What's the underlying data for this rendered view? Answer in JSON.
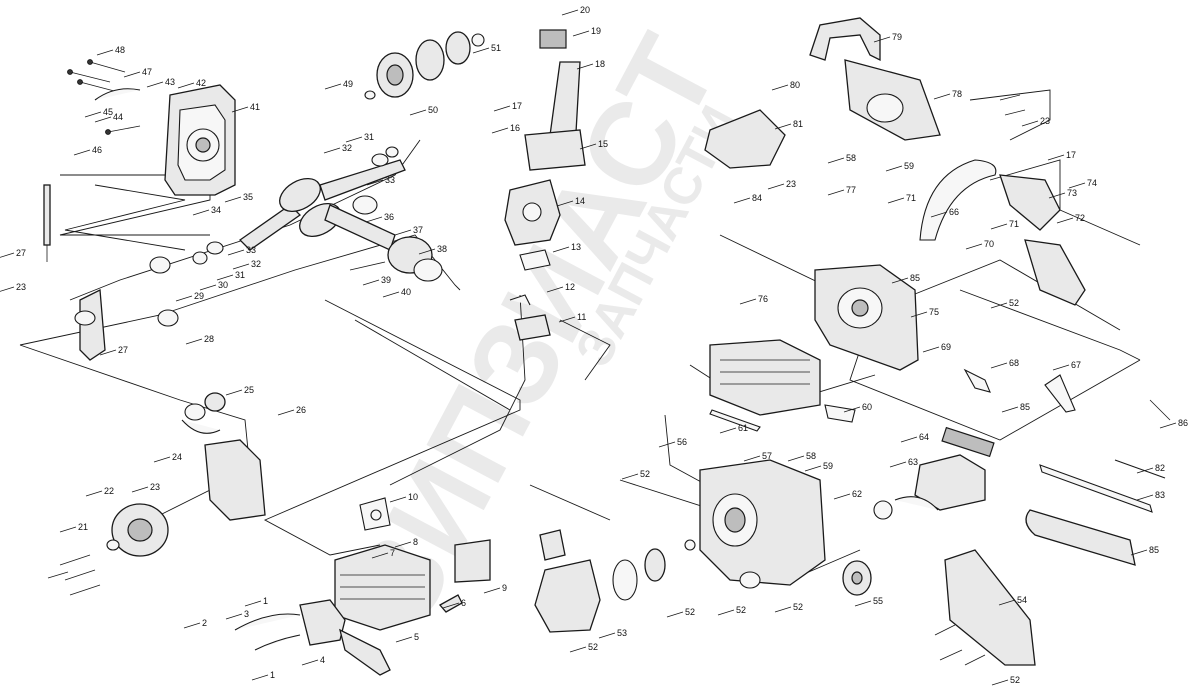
{
  "watermark": {
    "main": "ЗИПЗИАСТ",
    "sub": "ЗАПЧАСТИ"
  },
  "callouts": [
    {
      "id": "c1",
      "label": "1"
    },
    {
      "id": "c1b",
      "label": "1"
    },
    {
      "id": "c2",
      "label": "2"
    },
    {
      "id": "c3",
      "label": "3"
    },
    {
      "id": "c4",
      "label": "4"
    },
    {
      "id": "c5",
      "label": "5"
    },
    {
      "id": "c6",
      "label": "6"
    },
    {
      "id": "c7",
      "label": "7"
    },
    {
      "id": "c8",
      "label": "8"
    },
    {
      "id": "c9",
      "label": "9"
    },
    {
      "id": "c10",
      "label": "10"
    },
    {
      "id": "c11",
      "label": "11"
    },
    {
      "id": "c12",
      "label": "12"
    },
    {
      "id": "c13",
      "label": "13"
    },
    {
      "id": "c14",
      "label": "14"
    },
    {
      "id": "c15",
      "label": "15"
    },
    {
      "id": "c16",
      "label": "16"
    },
    {
      "id": "c17",
      "label": "17"
    },
    {
      "id": "c17b",
      "label": "17"
    },
    {
      "id": "c18",
      "label": "18"
    },
    {
      "id": "c19",
      "label": "19"
    },
    {
      "id": "c20",
      "label": "20"
    },
    {
      "id": "c21",
      "label": "21"
    },
    {
      "id": "c22",
      "label": "22"
    },
    {
      "id": "c23",
      "label": "23"
    },
    {
      "id": "c23b",
      "label": "23"
    },
    {
      "id": "c23c",
      "label": "23"
    },
    {
      "id": "c23d",
      "label": "23"
    },
    {
      "id": "c24",
      "label": "24"
    },
    {
      "id": "c25",
      "label": "25"
    },
    {
      "id": "c26",
      "label": "26"
    },
    {
      "id": "c27",
      "label": "27"
    },
    {
      "id": "c27b",
      "label": "27"
    },
    {
      "id": "c28",
      "label": "28"
    },
    {
      "id": "c29",
      "label": "29"
    },
    {
      "id": "c30",
      "label": "30"
    },
    {
      "id": "c31",
      "label": "31"
    },
    {
      "id": "c31b",
      "label": "31"
    },
    {
      "id": "c32",
      "label": "32"
    },
    {
      "id": "c32b",
      "label": "32"
    },
    {
      "id": "c33",
      "label": "33"
    },
    {
      "id": "c33b",
      "label": "33"
    },
    {
      "id": "c34",
      "label": "34"
    },
    {
      "id": "c35",
      "label": "35"
    },
    {
      "id": "c36",
      "label": "36"
    },
    {
      "id": "c37",
      "label": "37"
    },
    {
      "id": "c38",
      "label": "38"
    },
    {
      "id": "c39",
      "label": "39"
    },
    {
      "id": "c40",
      "label": "40"
    },
    {
      "id": "c41",
      "label": "41"
    },
    {
      "id": "c42",
      "label": "42"
    },
    {
      "id": "c43",
      "label": "43"
    },
    {
      "id": "c44",
      "label": "44"
    },
    {
      "id": "c45",
      "label": "45"
    },
    {
      "id": "c46",
      "label": "46"
    },
    {
      "id": "c47",
      "label": "47"
    },
    {
      "id": "c48",
      "label": "48"
    },
    {
      "id": "c49",
      "label": "49"
    },
    {
      "id": "c50",
      "label": "50"
    },
    {
      "id": "c51",
      "label": "51"
    },
    {
      "id": "c52a",
      "label": "52"
    },
    {
      "id": "c52b",
      "label": "52"
    },
    {
      "id": "c52c",
      "label": "52"
    },
    {
      "id": "c52d",
      "label": "52"
    },
    {
      "id": "c52e",
      "label": "52"
    },
    {
      "id": "c52f",
      "label": "52"
    },
    {
      "id": "c52g",
      "label": "52"
    },
    {
      "id": "c53",
      "label": "53"
    },
    {
      "id": "c54",
      "label": "54"
    },
    {
      "id": "c55",
      "label": "55"
    },
    {
      "id": "c56",
      "label": "56"
    },
    {
      "id": "c57",
      "label": "57"
    },
    {
      "id": "c58",
      "label": "58"
    },
    {
      "id": "c58b",
      "label": "58"
    },
    {
      "id": "c59",
      "label": "59"
    },
    {
      "id": "c59b",
      "label": "59"
    },
    {
      "id": "c60",
      "label": "60"
    },
    {
      "id": "c61",
      "label": "61"
    },
    {
      "id": "c62",
      "label": "62"
    },
    {
      "id": "c63",
      "label": "63"
    },
    {
      "id": "c64",
      "label": "64"
    },
    {
      "id": "c66",
      "label": "66"
    },
    {
      "id": "c67",
      "label": "67"
    },
    {
      "id": "c68",
      "label": "68"
    },
    {
      "id": "c69",
      "label": "69"
    },
    {
      "id": "c70",
      "label": "70"
    },
    {
      "id": "c71",
      "label": "71"
    },
    {
      "id": "c71b",
      "label": "71"
    },
    {
      "id": "c72",
      "label": "72"
    },
    {
      "id": "c73",
      "label": "73"
    },
    {
      "id": "c74",
      "label": "74"
    },
    {
      "id": "c75",
      "label": "75"
    },
    {
      "id": "c76",
      "label": "76"
    },
    {
      "id": "c77",
      "label": "77"
    },
    {
      "id": "c78",
      "label": "78"
    },
    {
      "id": "c79",
      "label": "79"
    },
    {
      "id": "c80",
      "label": "80"
    },
    {
      "id": "c81",
      "label": "81"
    },
    {
      "id": "c82",
      "label": "82"
    },
    {
      "id": "c83",
      "label": "83"
    },
    {
      "id": "c84",
      "label": "84"
    },
    {
      "id": "c85",
      "label": "85"
    },
    {
      "id": "c85b",
      "label": "85"
    },
    {
      "id": "c85c",
      "label": "85"
    },
    {
      "id": "c86",
      "label": "86"
    }
  ]
}
